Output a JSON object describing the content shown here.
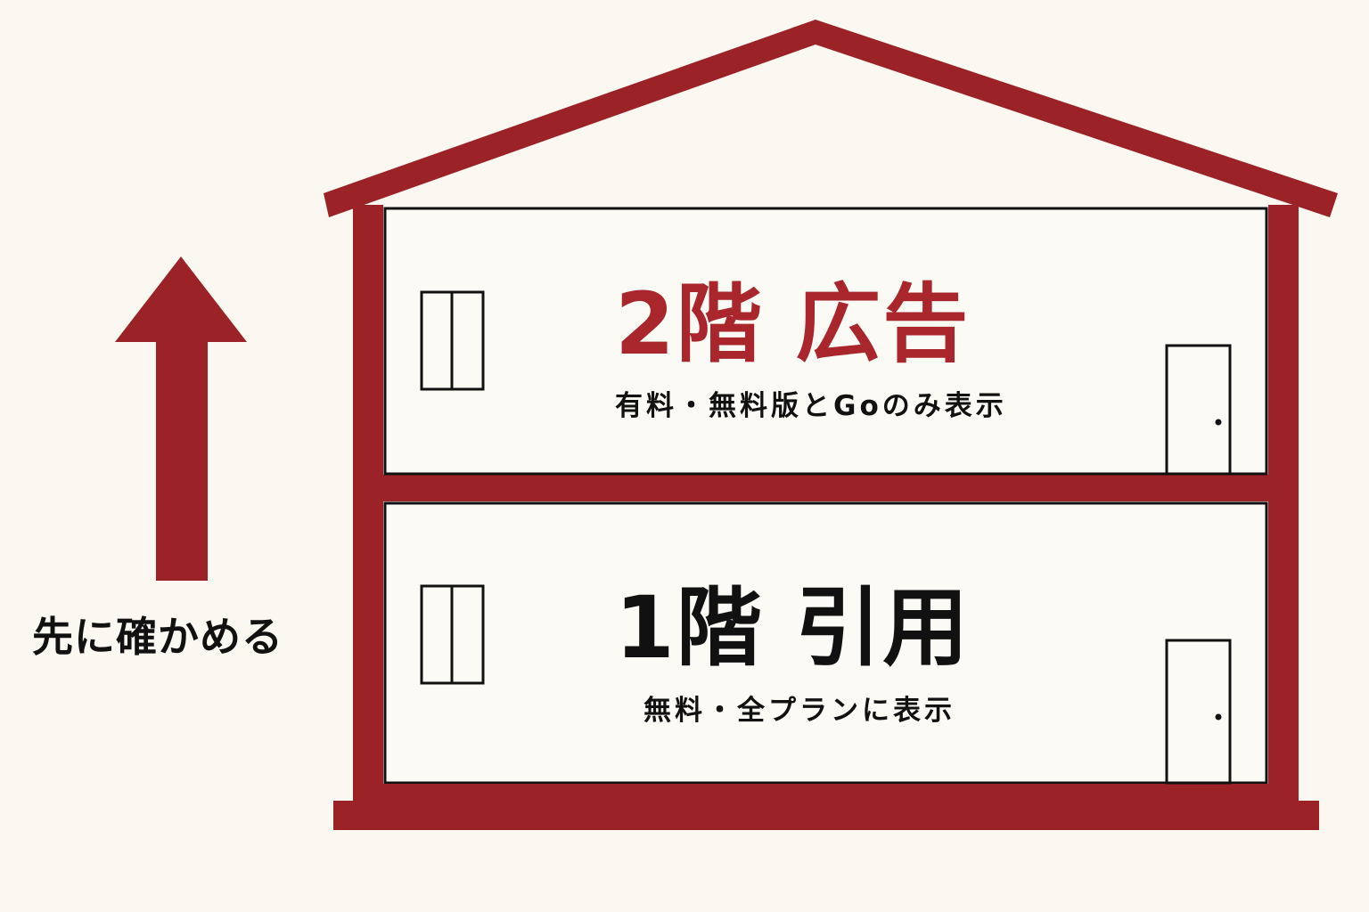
{
  "colors": {
    "accent": "#9b2328",
    "text": "#111111",
    "background": "#fbf8f2",
    "room_fill": "#fcfaf5"
  },
  "upper_floor": {
    "title": "2階 広告",
    "subtitle": "有料・無料版とGoのみ表示",
    "title_color": "#a8262c"
  },
  "lower_floor": {
    "title": "1階 引用",
    "subtitle": "無料・全プランに表示",
    "title_color": "#111111"
  },
  "arrow": {
    "direction": "up",
    "caption": "先に確かめる"
  }
}
